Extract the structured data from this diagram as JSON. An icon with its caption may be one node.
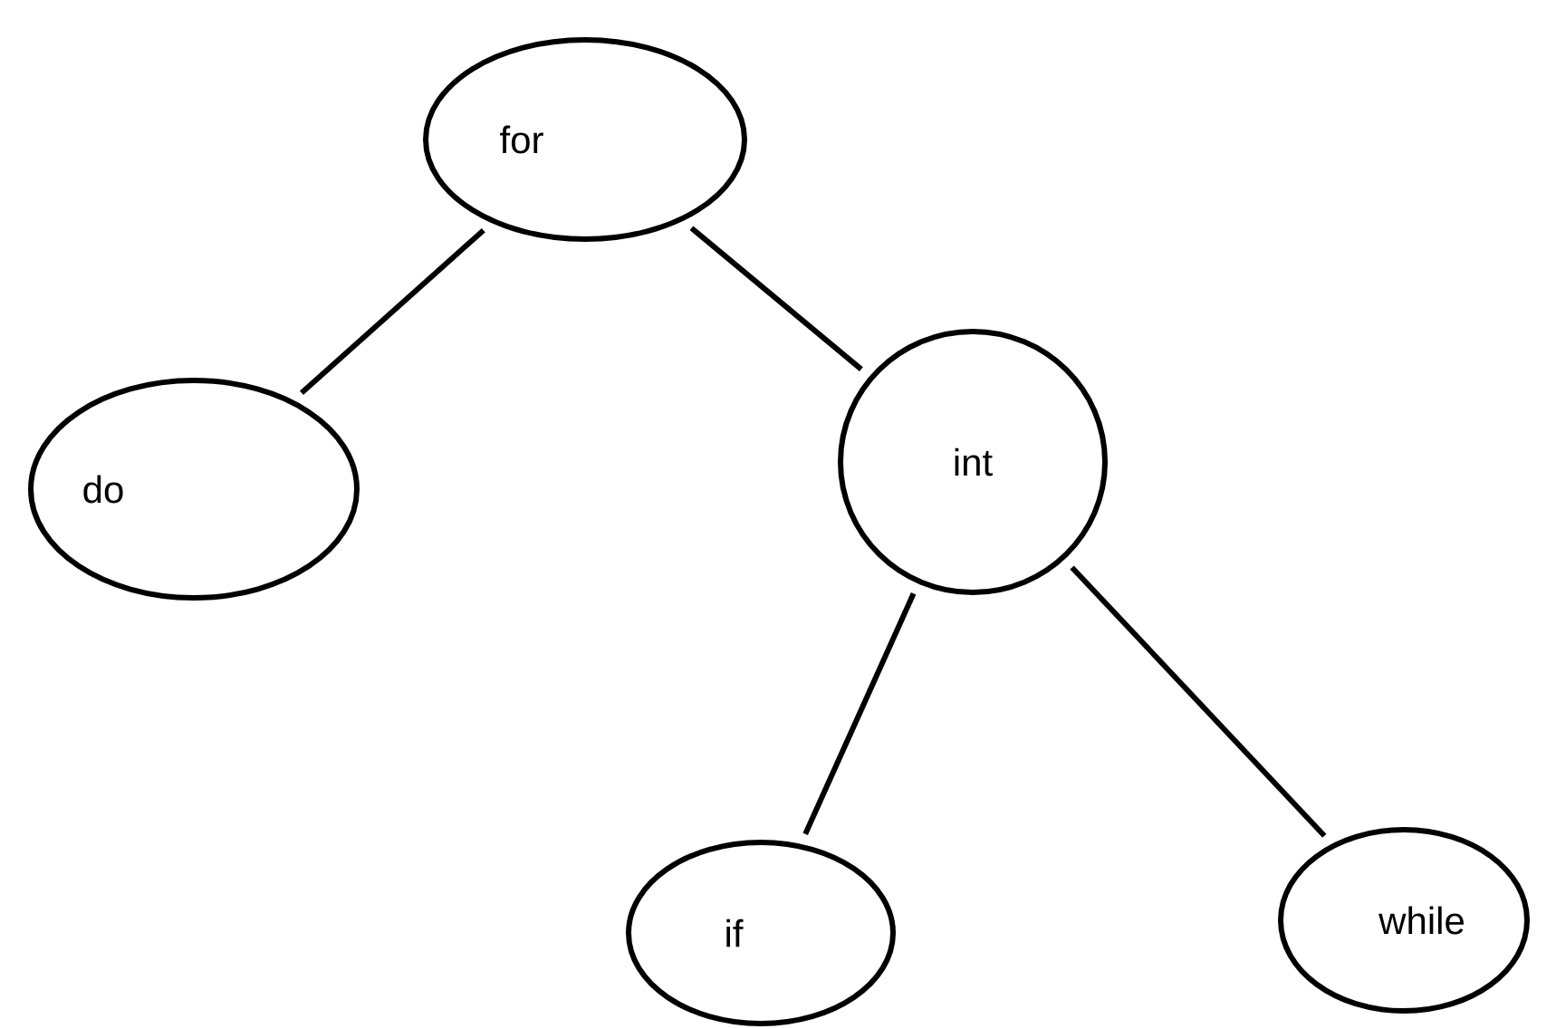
{
  "diagram": {
    "nodes": [
      {
        "text": [
          "for"
        ]
      },
      {
        "text": [
          "do"
        ]
      },
      {
        "text": [
          "int"
        ]
      },
      {
        "text": [
          "if"
        ]
      },
      {
        "text": [
          "while"
        ]
      }
    ],
    "edges": [
      {
        "from": 0,
        "to": 1,
        "arrow": "none"
      },
      {
        "from": 0,
        "to": 2,
        "arrow": "none"
      },
      {
        "from": 2,
        "to": 3,
        "arrow": "none"
      },
      {
        "from": 2,
        "to": 4,
        "arrow": "none"
      }
    ]
  }
}
